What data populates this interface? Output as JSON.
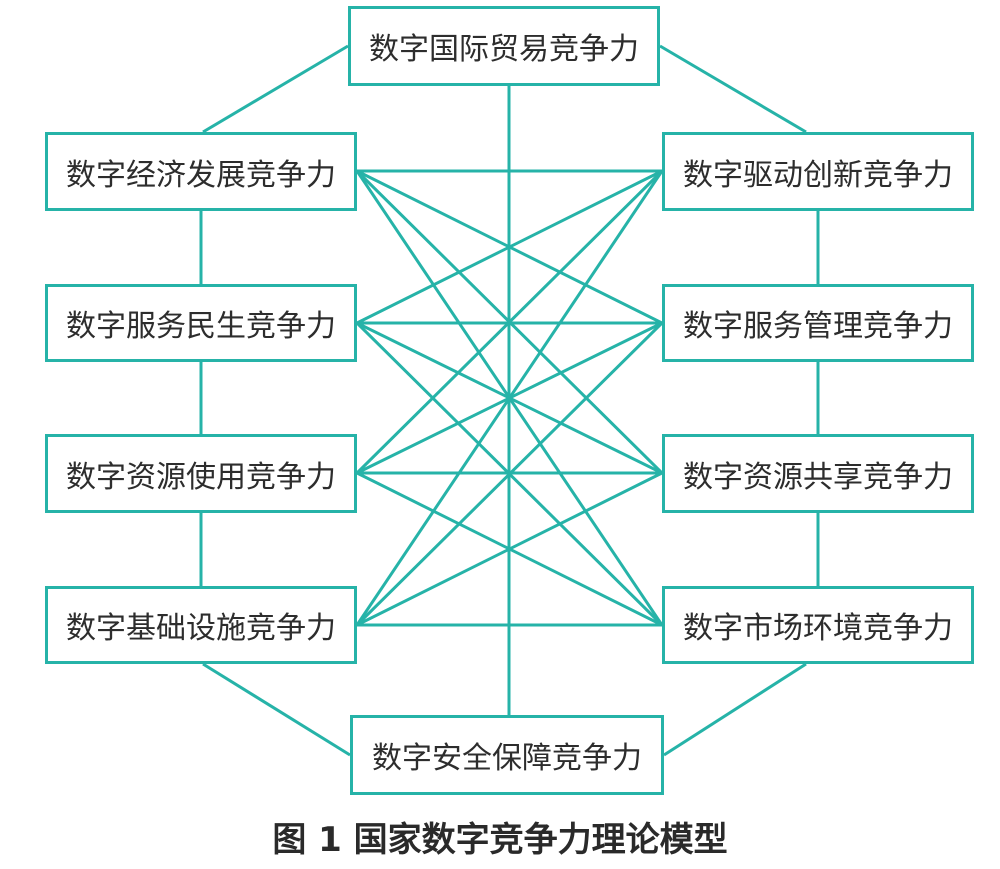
{
  "colors": {
    "accent": "#26b3a8",
    "text": "#2d2d2d"
  },
  "nodes": {
    "top": "数字国际贸易竞争力",
    "left1": "数字经济发展竞争力",
    "left2": "数字服务民生竞争力",
    "left3": "数字资源使用竞争力",
    "left4": "数字基础设施竞争力",
    "right1": "数字驱动创新竞争力",
    "right2": "数字服务管理竞争力",
    "right3": "数字资源共享竞争力",
    "right4": "数字市场环境竞争力",
    "bottom": "数字安全保障竞争力"
  },
  "caption": "图 1  国家数字竞争力理论模型"
}
